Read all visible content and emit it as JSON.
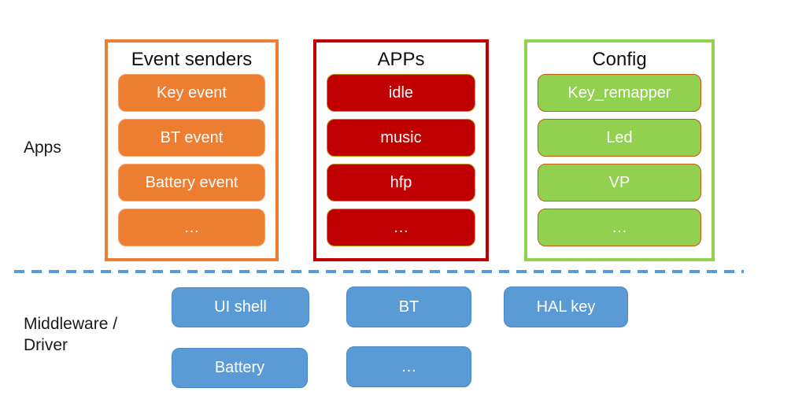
{
  "side_labels": {
    "apps": "Apps",
    "middleware_line1": "Middleware /",
    "middleware_line2": "Driver"
  },
  "groups": [
    {
      "title": "Event senders",
      "items": [
        "Key event",
        "BT event",
        "Battery event",
        "…"
      ]
    },
    {
      "title": "APPs",
      "items": [
        "idle",
        "music",
        "hfp",
        "…"
      ]
    },
    {
      "title": "Config",
      "items": [
        "Key_remapper",
        "Led",
        "VP",
        "…"
      ]
    }
  ],
  "middleware": {
    "row1": [
      "UI shell",
      "BT",
      "HAL key"
    ],
    "row2": [
      "Battery",
      "…"
    ]
  },
  "colors": {
    "orange_fill": "#ED7D31",
    "red_fill": "#C00000",
    "green_fill": "#92D050",
    "blue_fill": "#5B9BD5",
    "red_pill_border": "#BF9000",
    "green_pill_border": "#C55A11",
    "divider_blue": "#5B9BD5"
  }
}
